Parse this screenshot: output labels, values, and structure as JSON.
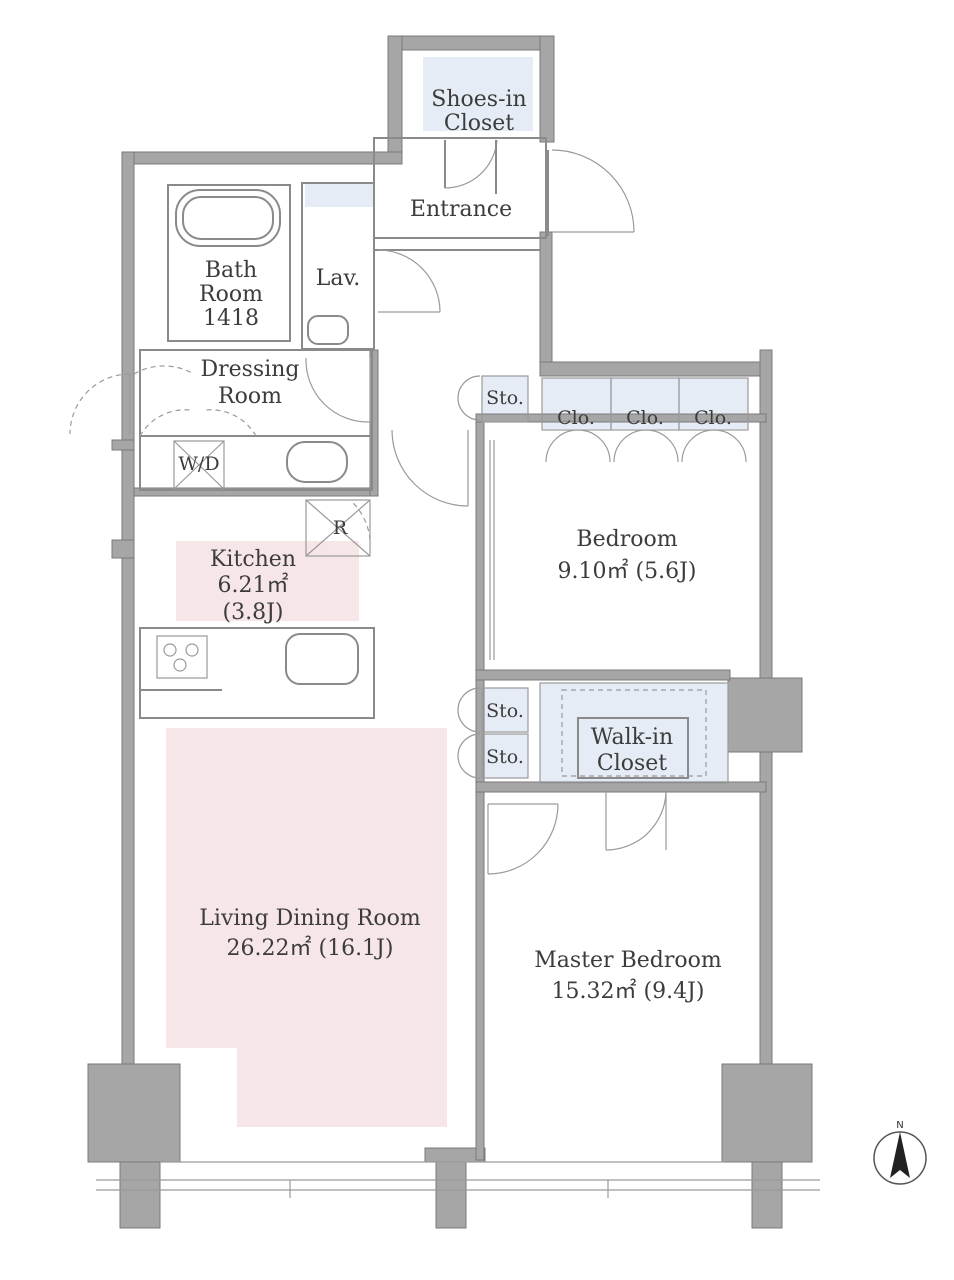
{
  "rooms": {
    "shoes_closet": {
      "line1": "Shoes-in",
      "line2": "Closet"
    },
    "entrance": "Entrance",
    "bath": {
      "line1": "Bath",
      "line2": "Room",
      "line3": "1418"
    },
    "lav": "Lav.",
    "dressing": {
      "line1": "Dressing",
      "line2": "Room"
    },
    "wd": "W/D",
    "refrigerator": "R",
    "kitchen": {
      "line1": "Kitchen",
      "line2": "6.21㎡",
      "line3": "(3.8J)"
    },
    "living": {
      "line1": "Living Dining Room",
      "line2": "26.22㎡ (16.1J)"
    },
    "bedroom": {
      "line1": "Bedroom",
      "line2": "9.10㎡ (5.6J)"
    },
    "walkin": {
      "line1": "Walk-in",
      "line2": "Closet"
    },
    "master": {
      "line1": "Master Bedroom",
      "line2": "15.32㎡ (9.4J)"
    },
    "sto_top": "Sto.",
    "sto_mid": "Sto.",
    "sto_low": "Sto.",
    "clo_1": "Clo.",
    "clo_2": "Clo.",
    "clo_3": "Clo."
  },
  "compass": {
    "north": "N"
  },
  "colors": {
    "wall": "#a6a6a6",
    "closet_fill": "#e6ecf5",
    "room_highlight": "#f7e6e8"
  }
}
